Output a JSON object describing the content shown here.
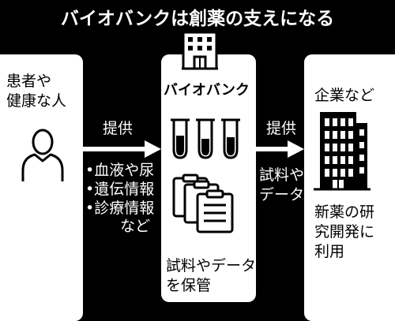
{
  "title": "バイオバンクは創薬の支えになる",
  "donor": {
    "line1": "患者や",
    "line2": "健康な人",
    "icon": "person-icon"
  },
  "arrow1": {
    "label": "提供",
    "items": [
      "•血液や尿",
      "•遺伝情報",
      "•診療情報"
    ],
    "items_tail": "など"
  },
  "biobank": {
    "label": "バイオバンク",
    "building_icon": "building-icon",
    "tubes_icon": "test-tubes-icon",
    "docs_icon": "clipboard-documents-icon",
    "caption_line1": "試料やデータ",
    "caption_line2": "を保管"
  },
  "arrow2": {
    "label": "提供",
    "sub_line1": "試料や",
    "sub_line2": "データ"
  },
  "company": {
    "label": "企業など",
    "icon": "office-tower-icon",
    "caption_line1": "新薬の研",
    "caption_line2": "究開発に",
    "caption_line3": "利用"
  },
  "colors": {
    "background": "#000000",
    "panel": "#ffffff",
    "tube_fill": "#000000"
  }
}
